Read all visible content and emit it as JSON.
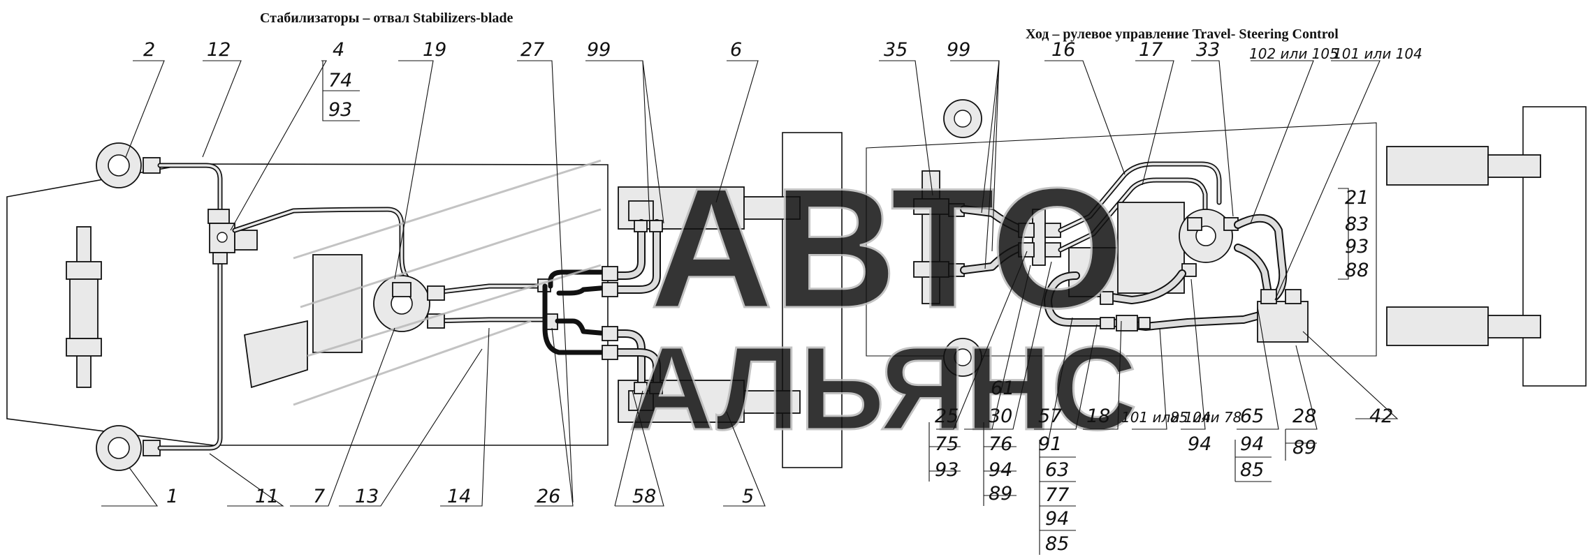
{
  "diagram": {
    "title_left": "Стабилизаторы – отвал    Stabilizers-blade",
    "title_right": "Ход – рулевое управление   Travel- Steering Control",
    "callouts": {
      "c1": "1",
      "c2": "2",
      "c4": "4",
      "c74": "74",
      "c93a": "93",
      "c5": "5",
      "c6": "6",
      "c7": "7",
      "c11": "11",
      "c12": "12",
      "c13": "13",
      "c14": "14",
      "c19": "19",
      "c26": "26",
      "c27": "27",
      "c99a": "99",
      "c58": "58",
      "c35": "35",
      "c99b": "99",
      "c16": "16",
      "c17": "17",
      "c33": "33",
      "c102": "102 или 105",
      "c101": "101 или 104",
      "c21": "21",
      "c83": "83",
      "c93b": "93",
      "c88": "88",
      "c42": "42",
      "c28": "28",
      "c89a": "89",
      "c65": "65",
      "c94a": "94",
      "c85a": "85",
      "c85b": "85 или 78",
      "c94b": "94",
      "c101b": "101 или 104",
      "c18": "18",
      "c57": "57",
      "c91": "91",
      "c63": "63",
      "c77": "77",
      "c94c": "94",
      "c85c": "85",
      "c61": "61",
      "c30": "30",
      "c76": "76",
      "c94d": "94",
      "c89b": "89",
      "c25": "25",
      "c75": "75",
      "c93c": "93"
    }
  },
  "watermark": {
    "line1": "АВТО",
    "line2": "АЛЬЯНС"
  },
  "colors": {
    "background": "#ffffff",
    "line": "#111111",
    "fill": "#e9e9e9",
    "watermark": "#b9b9b9"
  }
}
